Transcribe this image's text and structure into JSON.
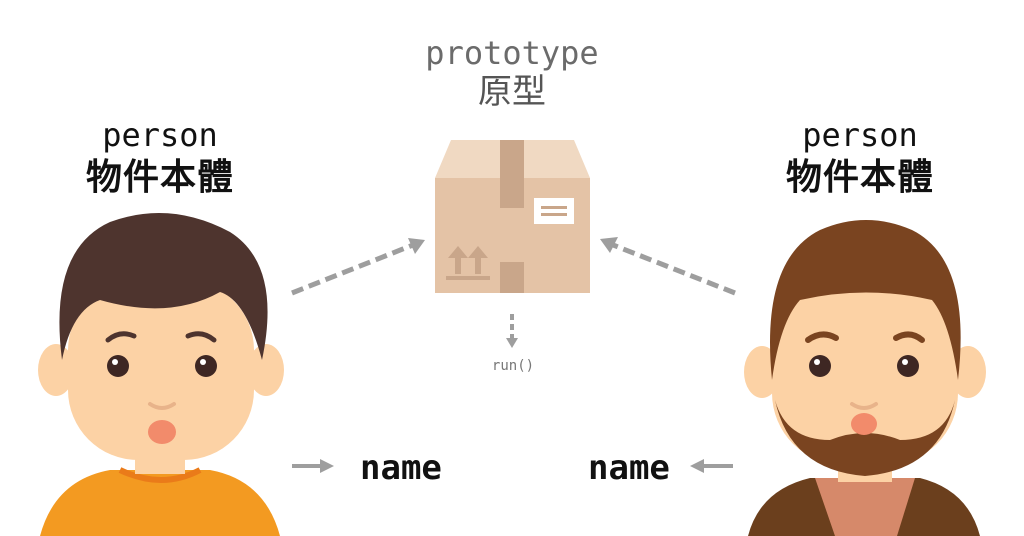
{
  "prototype": {
    "title_en": "prototype",
    "title_zh": "原型"
  },
  "left_person": {
    "title_en": "person",
    "title_zh": "物件本體",
    "property": "name"
  },
  "right_person": {
    "title_en": "person",
    "title_zh": "物件本體",
    "property": "name"
  },
  "method_label": "run()",
  "colors": {
    "box": "#e4c3a6",
    "box_top": "#f0d9c2",
    "tape": "#c9a68a",
    "arrow": "#9e9e9e",
    "left_hair": "#4e342e",
    "right_hair": "#7a4420",
    "skin": "#fcd2a5",
    "left_shirt": "#f39a21",
    "right_vest": "#6b3f1d"
  },
  "icons": [
    "cardboard-box-icon",
    "this-way-up-icon"
  ]
}
